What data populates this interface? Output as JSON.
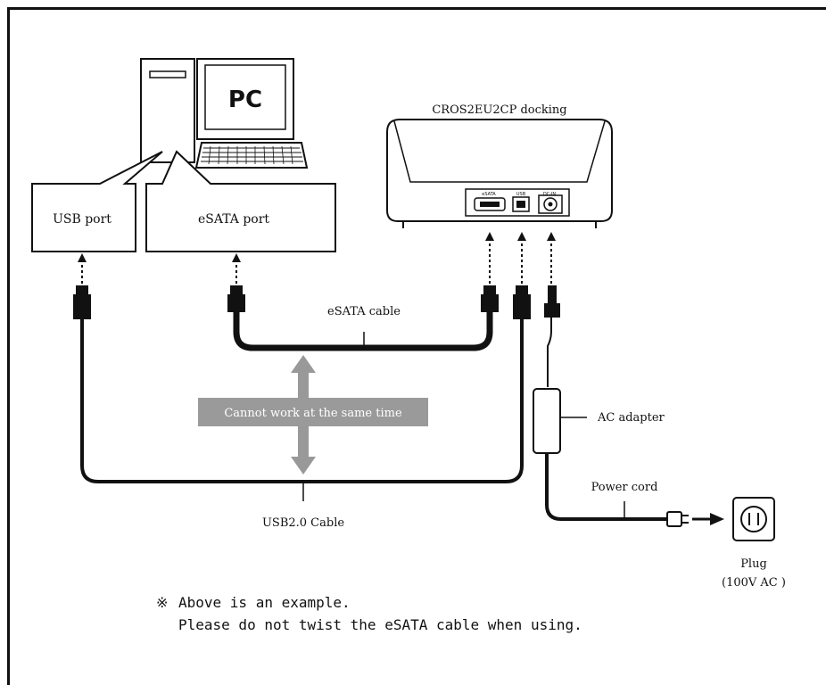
{
  "pc": {
    "screen_label": "PC"
  },
  "dock": {
    "title": "CROS2EU2CP docking",
    "esata_label": "eSATA",
    "usb_label": "USB",
    "dcin_label": "DC-IN"
  },
  "ports": {
    "usb": "USB port",
    "esata": "eSATA port"
  },
  "cables": {
    "esata": "eSATA cable",
    "usb": "USB2.0 Cable",
    "ac_adapter": "AC adapter",
    "power_cord": "Power cord"
  },
  "warning": "Cannot work at the same time",
  "plug": {
    "label": "Plug",
    "spec": "(100V AC )"
  },
  "note": {
    "mark": "※",
    "line1": "Above is an example.",
    "line2": "Please do not twist the eSATA cable when using."
  },
  "colors": {
    "line": "#111111",
    "warning_box": "#9a9a9a",
    "warning_text": "#ffffff",
    "arrow_gray": "#999999"
  }
}
